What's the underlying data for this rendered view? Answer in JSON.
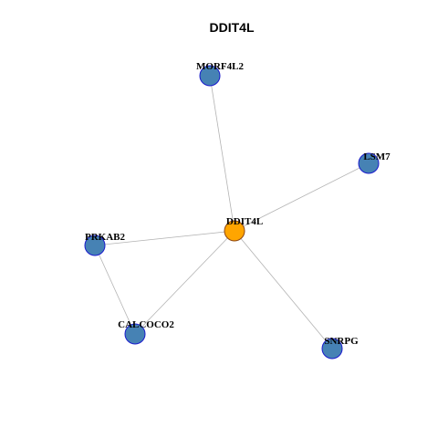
{
  "title": "DDIT4L",
  "colors": {
    "hub_fill": "#FFA500",
    "hub_stroke": "#8B4513",
    "node_fill": "#4682B4",
    "node_stroke": "#1A1ACD",
    "edge": "#B3B3B3"
  },
  "nodes": [
    {
      "id": "DDIT4L",
      "label": "DDIT4L",
      "role": "hub"
    },
    {
      "id": "MORF4L2",
      "label": "MORF4L2",
      "role": "neighbor"
    },
    {
      "id": "LSM7",
      "label": "LSM7",
      "role": "neighbor"
    },
    {
      "id": "PRKAB2",
      "label": "PRKAB2",
      "role": "neighbor"
    },
    {
      "id": "CALCOCO2",
      "label": "CALCOCO2",
      "role": "neighbor"
    },
    {
      "id": "SNRPG",
      "label": "SNRPG",
      "role": "neighbor"
    }
  ],
  "edges": [
    {
      "source": "DDIT4L",
      "target": "MORF4L2"
    },
    {
      "source": "DDIT4L",
      "target": "LSM7"
    },
    {
      "source": "DDIT4L",
      "target": "PRKAB2"
    },
    {
      "source": "DDIT4L",
      "target": "CALCOCO2"
    },
    {
      "source": "DDIT4L",
      "target": "SNRPG"
    },
    {
      "source": "PRKAB2",
      "target": "CALCOCO2"
    }
  ]
}
